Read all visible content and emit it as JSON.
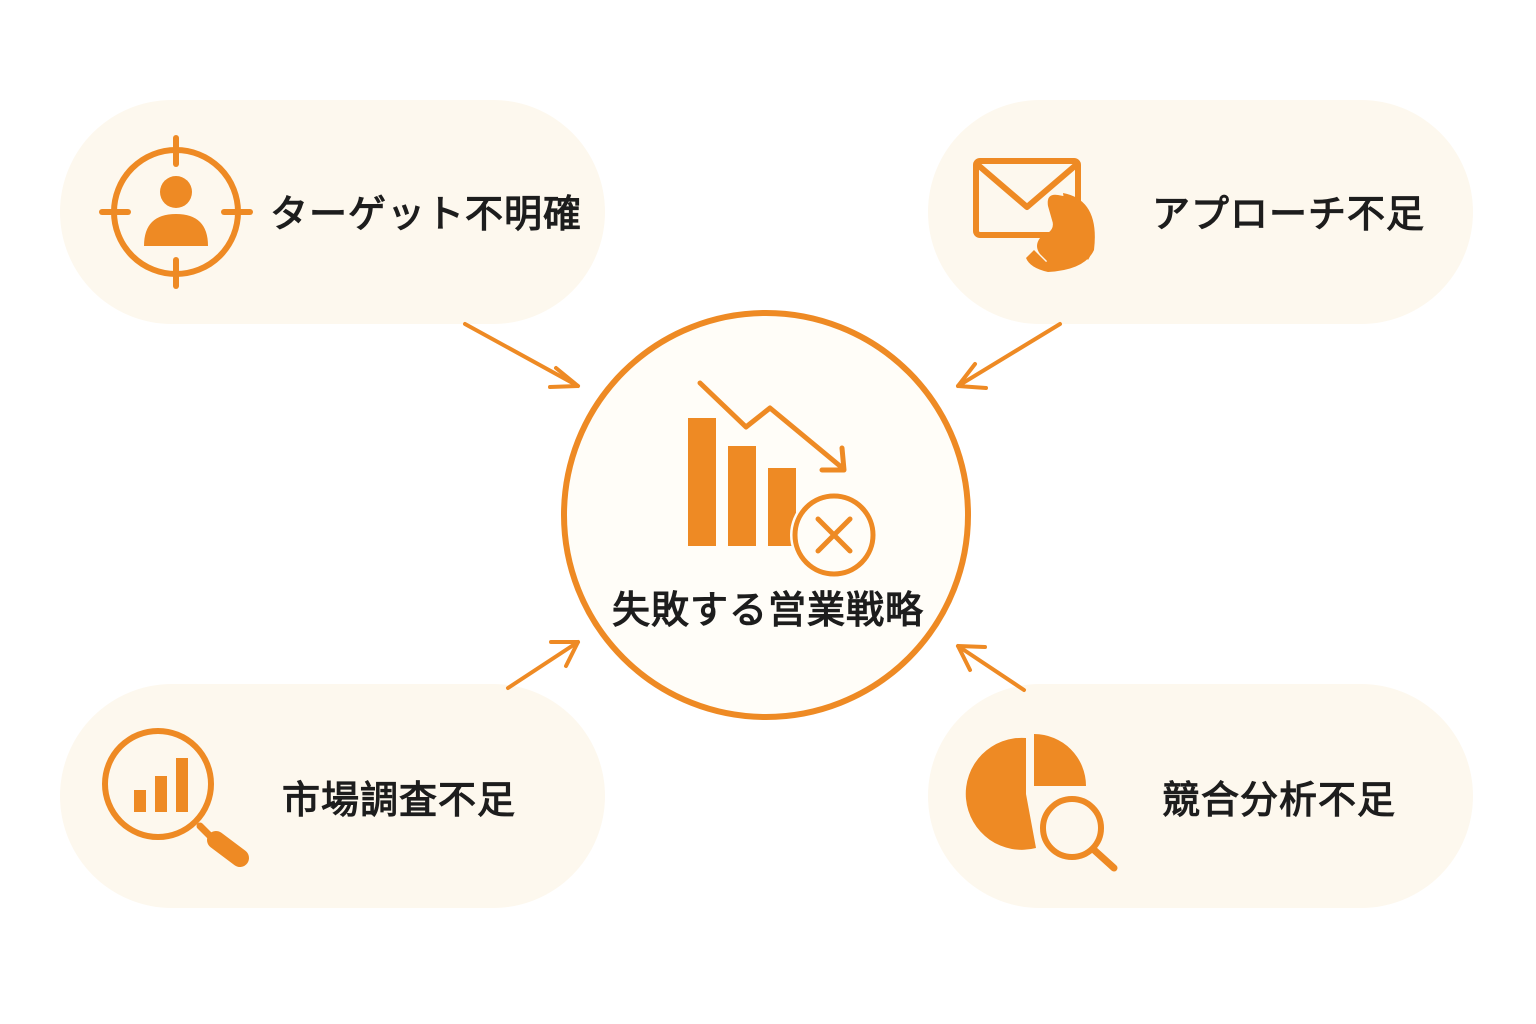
{
  "center": {
    "label": "失敗する営業戦略",
    "icon": "declining-bar-chart-with-x-icon"
  },
  "factors": [
    {
      "label": "ターゲット不明確",
      "icon": "target-person-icon"
    },
    {
      "label": "アプローチ不足",
      "icon": "envelope-phone-icon"
    },
    {
      "label": "市場調査不足",
      "icon": "magnifier-bar-chart-icon"
    },
    {
      "label": "競合分析不足",
      "icon": "pie-chart-magnifier-icon"
    }
  ],
  "colors": {
    "accent": "#ee8a24",
    "card_background": "#fdf8ee",
    "center_background": "#fffdf8",
    "text": "#1d1d1d"
  }
}
